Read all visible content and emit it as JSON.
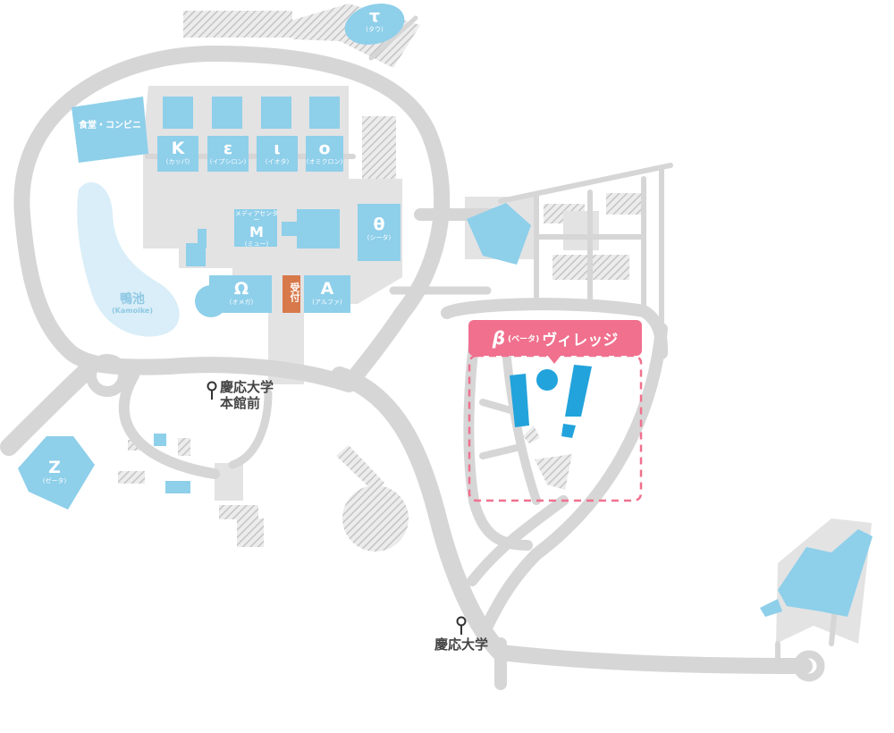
{
  "colors": {
    "road": "#d6d6d6",
    "building": "#8ecfea",
    "pond": "#d9eef8",
    "hatch": "#c4c4c4",
    "reception": "#d8794c",
    "beta_pink": "#f0708e",
    "beta_blue": "#22a3dc",
    "stop_text": "#444444"
  },
  "buildings": {
    "tau": {
      "name": "τ",
      "reading": "(タウ)"
    },
    "cafeteria": {
      "name": "食堂・コンビニ"
    },
    "kappa": {
      "name": "K",
      "reading": "(カッパ)"
    },
    "epsilon": {
      "name": "ε",
      "reading": "(イプシロン)"
    },
    "iota": {
      "name": "ι",
      "reading": "(イオタ)"
    },
    "omicron": {
      "name": "ο",
      "reading": "(オミクロン)"
    },
    "mu": {
      "title": "メディアセンター",
      "name": "M",
      "reading": "(ミュー)"
    },
    "theta": {
      "name": "θ",
      "reading": "(シータ)"
    },
    "omega": {
      "name": "Ω",
      "reading": "(オメガ)"
    },
    "reception": {
      "name": "受付"
    },
    "alpha": {
      "name": "A",
      "reading": "(アルファ)"
    },
    "zeta": {
      "name": "Z",
      "reading": "(ゼータ)"
    }
  },
  "pond": {
    "name": "鴨池",
    "reading": "(Kamoike)"
  },
  "beta_village": {
    "greek": "β",
    "reading": "(ベータ)",
    "suffix": "ヴィレッジ"
  },
  "bus_stops": [
    {
      "line1": "慶応大学",
      "line2": "本館前",
      "icon": "pin-icon"
    },
    {
      "line1": "慶応大学",
      "icon": "pin-icon"
    }
  ]
}
